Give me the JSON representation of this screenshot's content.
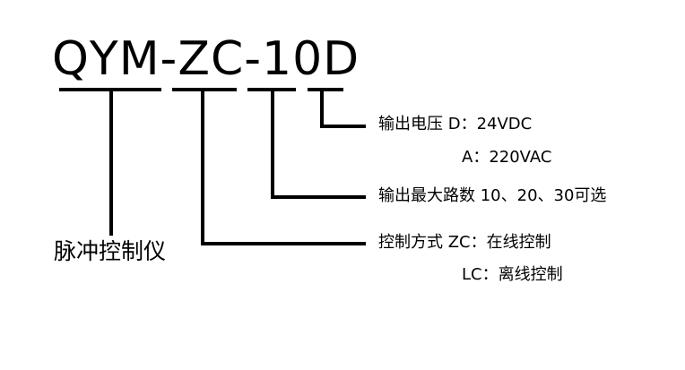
{
  "model_code": "QYM-ZC-10D",
  "product_name": "脉冲控制仪",
  "specs": {
    "voltage_d": "输出电压 D：24VDC",
    "voltage_a": "A：220VAC",
    "channels": "输出最大路数 10、20、30可选",
    "control_zc": "控制方式 ZC：在线控制",
    "control_lc": "LC：离线控制"
  }
}
